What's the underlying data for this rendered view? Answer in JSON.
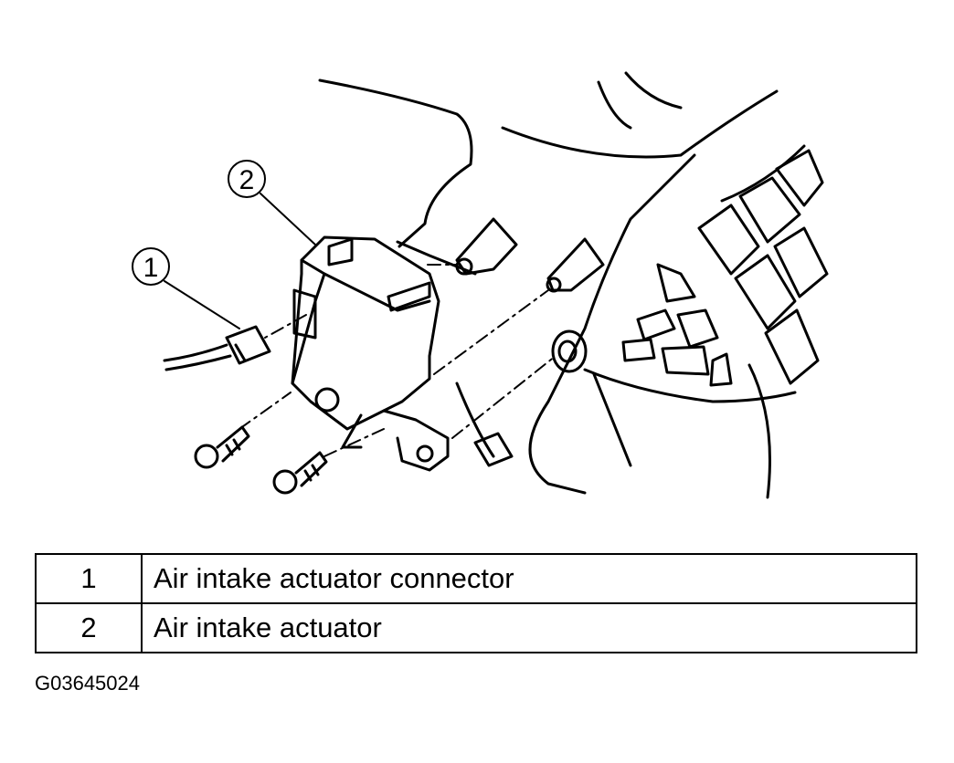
{
  "callouts": [
    {
      "number": "1"
    },
    {
      "number": "2"
    }
  ],
  "legend": {
    "rows": [
      {
        "number": "1",
        "description": "Air intake actuator connector"
      },
      {
        "number": "2",
        "description": "Air intake actuator"
      }
    ]
  },
  "figure_id": "G03645024"
}
